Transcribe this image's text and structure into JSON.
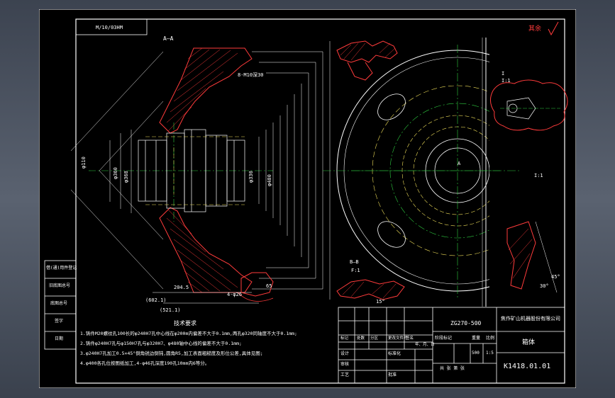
{
  "drawing": {
    "corner_stamp": "M/10/03HM",
    "section_aa": "A—A",
    "section_bb": "B—B",
    "section_ratio": "F:1",
    "view_ratio": "I:1",
    "detail_label": "I",
    "detail_ratio": "I:1",
    "section_mark": "A",
    "rough_label": "其余",
    "rough_mark": "√",
    "dimensions": {
      "d_inner": "φ110",
      "d_1": "φ360",
      "d_2": "φ368",
      "d_3": "φ330",
      "d_4": "φ480",
      "overall_1": "(602.1)",
      "overall_2": "(521.1)",
      "len_204": "204.5",
      "len_65": "65",
      "angle_15": "15°",
      "angle_30": "30°",
      "angle_45": "45°",
      "holes": "8-M10深30",
      "holes_2": "4-φ26"
    }
  },
  "tech_requirements": {
    "title": "技术要求",
    "lines": [
      "1.铸件M20螺纹孔100长的φ240H7孔中心线在φ200m内偏差不大于0.1mm,两孔φ320同轴度不大于0.1mm;",
      "2.铸件φ240H7孔与φ150H7孔与φ320H7、φ480轴中心线的偏差不大于0.1mm;",
      "3.φ240H7孔加工0.5×45°倒角锐边倒钝,圆角R5,加工表面粗糙度及形位公差,具体见图;",
      "4.φ400各孔位按图纸加工,4-φ46孔深度190孔10mm内6等分。"
    ]
  },
  "title_block": {
    "material": "ZG270-500",
    "company": "焦作矿山机器股份有限公司",
    "part_name": "箱体",
    "drawing_no": "K1418.01.01",
    "scale": "1:5",
    "quantity": "500",
    "stage_label": "阶段标记",
    "weight_label": "重量",
    "scale_label": "比例",
    "cells": [
      "标记",
      "处数",
      "分区",
      "更改文件号",
      "签名",
      "年、月、日"
    ],
    "designer": "设计",
    "standardization": "标准化",
    "reviewer": "审核",
    "process": "工艺",
    "approve": "批准",
    "sheet_info": "共 张 第 张"
  },
  "side_panel": {
    "rows": [
      "借(通)用件登记",
      "旧底图总号",
      "底图总号",
      "签字",
      "日期"
    ]
  }
}
